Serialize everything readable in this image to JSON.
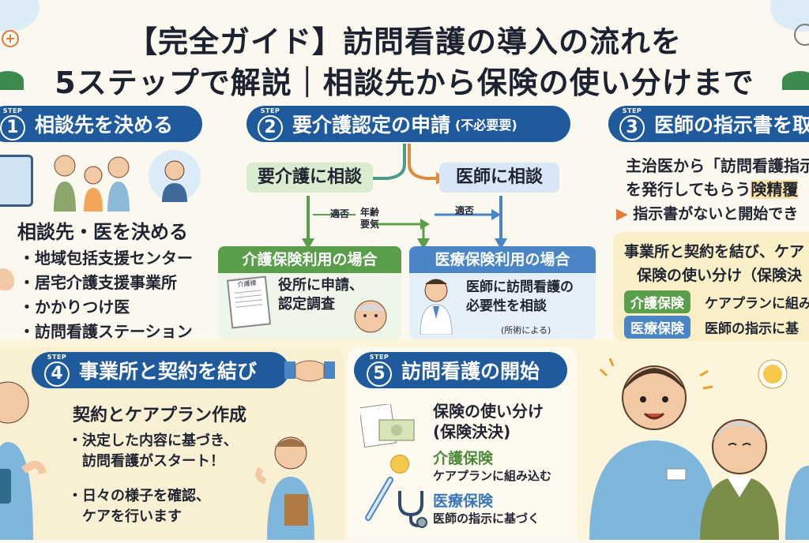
{
  "title": {
    "line1": "【完全ガイド】訪問看護の導入の流れを",
    "line2": "5ステップで解説｜相談先から保険の使い分けまで"
  },
  "step_word": "STEP",
  "step1": {
    "num": "1",
    "label": "相談先を決める",
    "heading": "相談先・医を決める",
    "items": [
      "・地域包括支援センター",
      "・居宅介護支援事業所",
      "・かかりつけ医",
      "・訪問看護ステーション"
    ]
  },
  "step2": {
    "num": "2",
    "label": "要介護認定の申請",
    "note": "(不必要要)",
    "left_box": "要介護に相談",
    "right_box": "医師に相談",
    "arrow_label_left": "適否",
    "arrow_label_mid": "年齢\n要気",
    "arrow_label_right": "適否",
    "care": {
      "title": "介護保険利用の場合",
      "doc_label": "介護様",
      "text": "役所に申請、\n認定調査"
    },
    "medical": {
      "title": "医療保険利用の場合",
      "text": "医師に訪問看護の\n必要性を相談",
      "note": "(所術による)"
    }
  },
  "step3": {
    "num": "3",
    "label": "医師の指示書を取",
    "text1": "主治医から「訪問看護指示",
    "text2": "を発行してもらう",
    "highlight": "険精覆",
    "warning": "指示書がないと開始でき",
    "box_line1": "事業所と契約を結び、ケア",
    "box_line2": "保険の使い分け（保険決",
    "tag1": "介護保険",
    "tag1_text": "ケアプランに組み",
    "tag2": "医療保険",
    "tag2_text": "医師の指示に基"
  },
  "step4": {
    "num": "4",
    "label": "事業所と契約を結び",
    "heading": "契約とケアプラン作成",
    "bullet1": "・決定した内容に基づき、\n　訪問看護がスタート！",
    "bullet2": "・日々の様子を確認、\n　ケアを行います"
  },
  "step5": {
    "num": "5",
    "label": "訪問看護の開始",
    "heading": "保険の使い分け\n(保険決決)",
    "care_label": "介護保険",
    "care_text": "ケアプランに組み込む",
    "medical_label": "医療保険",
    "medical_text": "医師の指示に基づく"
  },
  "colors": {
    "navy": "#1f5b9c",
    "green": "#5a9e4b",
    "blue": "#4a86c5",
    "cream": "#fdf4dc"
  }
}
